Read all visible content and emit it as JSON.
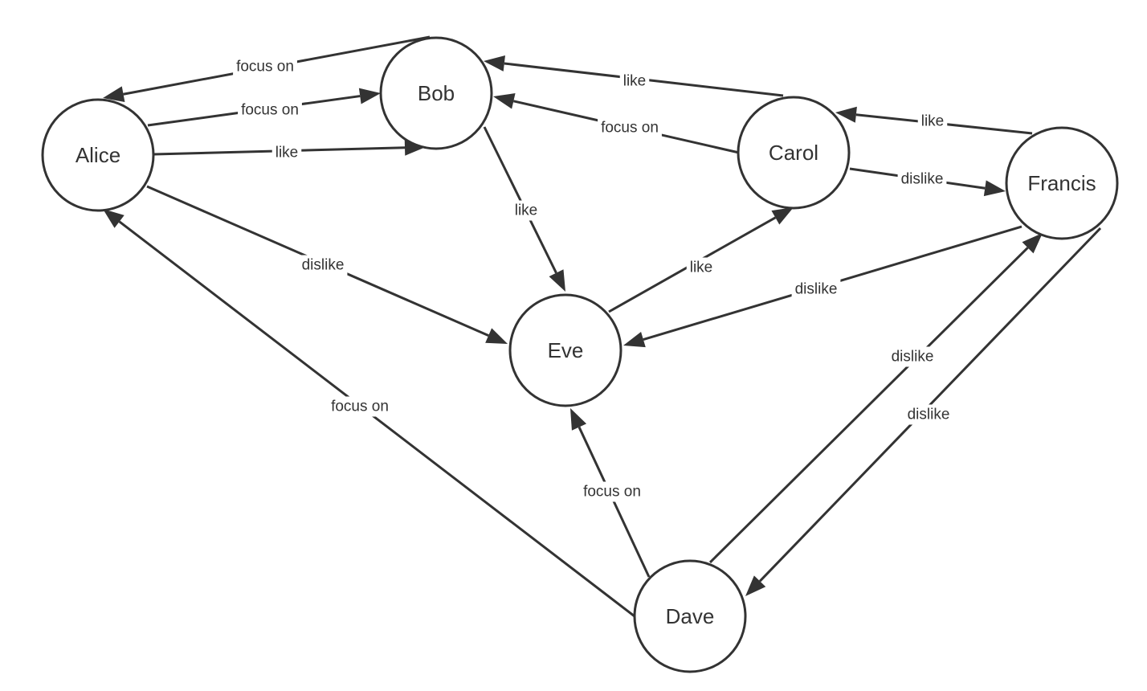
{
  "colors": {
    "stroke": "#333333",
    "background": "#ffffff"
  },
  "nodes": [
    {
      "id": "alice",
      "label": "Alice"
    },
    {
      "id": "bob",
      "label": "Bob"
    },
    {
      "id": "carol",
      "label": "Carol"
    },
    {
      "id": "francis",
      "label": "Francis"
    },
    {
      "id": "eve",
      "label": "Eve"
    },
    {
      "id": "dave",
      "label": "Dave"
    }
  ],
  "edges": [
    {
      "id": "bob-alice-focus",
      "from": "bob",
      "to": "alice",
      "label": "focus on"
    },
    {
      "id": "alice-bob-focus",
      "from": "alice",
      "to": "bob",
      "label": "focus on"
    },
    {
      "id": "alice-bob-like",
      "from": "alice",
      "to": "bob",
      "label": "like"
    },
    {
      "id": "carol-bob-like",
      "from": "carol",
      "to": "bob",
      "label": "like"
    },
    {
      "id": "carol-bob-focus",
      "from": "carol",
      "to": "bob",
      "label": "focus on"
    },
    {
      "id": "francis-carol-like",
      "from": "francis",
      "to": "carol",
      "label": "like"
    },
    {
      "id": "carol-francis-dislike",
      "from": "carol",
      "to": "francis",
      "label": "dislike"
    },
    {
      "id": "bob-eve-like",
      "from": "bob",
      "to": "eve",
      "label": "like"
    },
    {
      "id": "alice-eve-dislike",
      "from": "alice",
      "to": "eve",
      "label": "dislike"
    },
    {
      "id": "eve-carol-like",
      "from": "eve",
      "to": "carol",
      "label": "like"
    },
    {
      "id": "francis-eve-dislike",
      "from": "francis",
      "to": "eve",
      "label": "dislike"
    },
    {
      "id": "dave-francis-dislike",
      "from": "dave",
      "to": "francis",
      "label": "dislike"
    },
    {
      "id": "francis-dave-dislike",
      "from": "francis",
      "to": "dave",
      "label": "dislike"
    },
    {
      "id": "dave-alice-focus",
      "from": "dave",
      "to": "alice",
      "label": "focus on"
    },
    {
      "id": "dave-eve-focus",
      "from": "dave",
      "to": "eve",
      "label": "focus on"
    }
  ]
}
